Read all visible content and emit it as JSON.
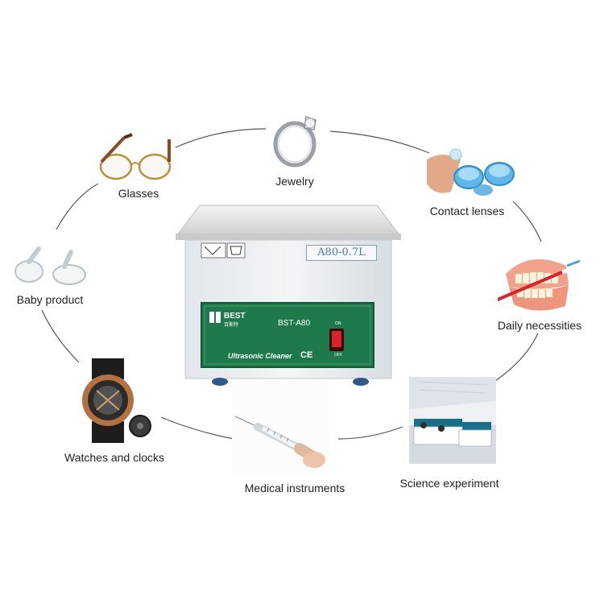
{
  "applications": [
    {
      "id": "glasses",
      "label": "Glasses",
      "icon": "eyeglasses-icon"
    },
    {
      "id": "jewelry",
      "label": "Jewelry",
      "icon": "ring-icon"
    },
    {
      "id": "contact-lenses",
      "label": "Contact lenses",
      "icon": "contact-lens-case-icon"
    },
    {
      "id": "baby-product",
      "label": "Baby product",
      "icon": "pacifier-icon"
    },
    {
      "id": "daily-necessities",
      "label": "Daily necessities",
      "icon": "denture-model-icon"
    },
    {
      "id": "watches",
      "label": "Watches and clocks",
      "icon": "wristwatch-icon"
    },
    {
      "id": "science",
      "label": "Science experiment",
      "icon": "laboratory-icon"
    },
    {
      "id": "medical",
      "label": "Medical instruments",
      "icon": "syringe-icon"
    }
  ],
  "device": {
    "capacity_label": "A80-0.7L",
    "brand": "BEST",
    "brand_sub": "百斯特",
    "model": "BST-A80",
    "product_name": "Ultrasonic Cleaner",
    "ce_mark": "CE",
    "switch_on": "ON",
    "switch_off": "OFF"
  },
  "colors": {
    "panel_green": "#1e7a4a",
    "panel_border": "#0f5a33",
    "switch_red": "#d8232a",
    "connector_line": "#555555"
  }
}
